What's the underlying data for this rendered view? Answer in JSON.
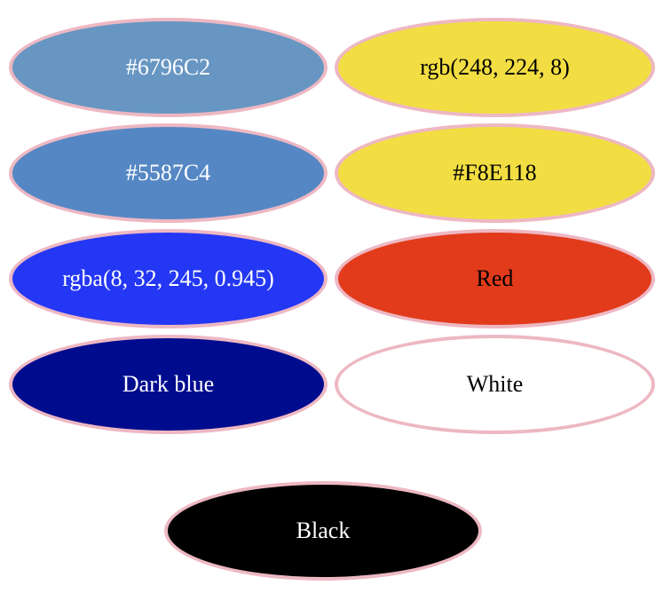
{
  "swatches": [
    {
      "label": "#6796C2",
      "fill": "#6796C2",
      "text_color": "#ffffff"
    },
    {
      "label": "rgb(248, 224, 8)",
      "fill": "#F2DE42",
      "text_color": "#000000"
    },
    {
      "label": "#5587C4",
      "fill": "#5587C4",
      "text_color": "#ffffff"
    },
    {
      "label": "#F8E118",
      "fill": "#F2DE42",
      "text_color": "#000000"
    },
    {
      "label": "rgba(8, 32, 245, 0.945)",
      "fill": "#2437F4",
      "text_color": "#ffffff"
    },
    {
      "label": "Red",
      "fill": "#E23B1B",
      "text_color": "#000000"
    },
    {
      "label": "Dark blue",
      "fill": "#000C8E",
      "text_color": "#ffffff"
    },
    {
      "label": "White",
      "fill": "#ffffff",
      "text_color": "#000000"
    },
    {
      "label": "Black",
      "fill": "#000000",
      "text_color": "#ffffff"
    }
  ],
  "colors": {
    "border": "#EDB8C3",
    "page_background": "#ffffff"
  }
}
